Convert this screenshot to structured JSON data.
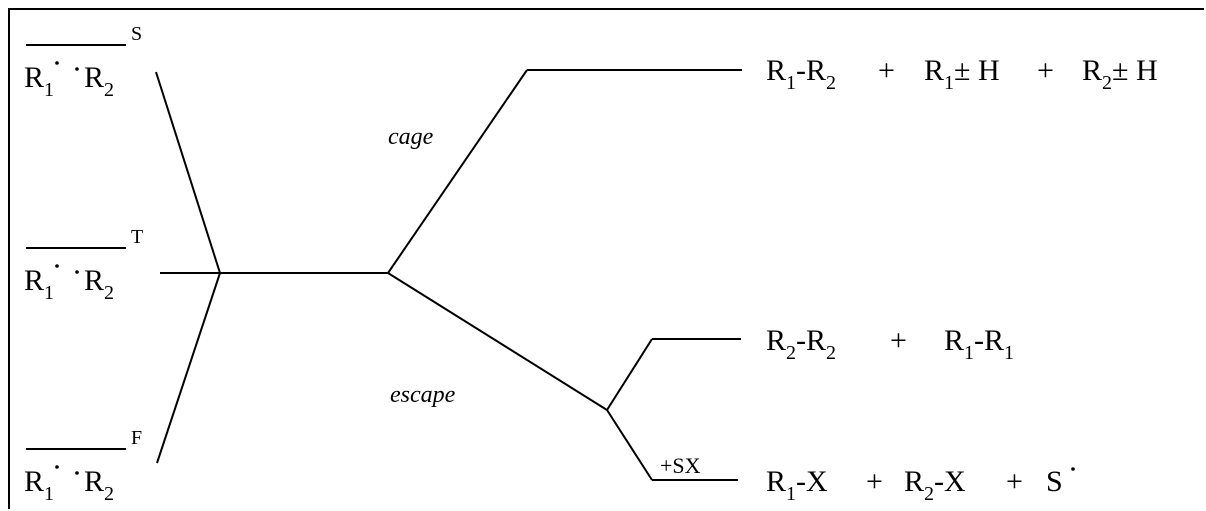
{
  "radical_pairs": [
    {
      "r1": "R",
      "r1_sub": "1",
      "r2": "R",
      "r2_sub": "2",
      "spin": "S"
    },
    {
      "r1": "R",
      "r1_sub": "1",
      "r2": "R",
      "r2_sub": "2",
      "spin": "T"
    },
    {
      "r1": "R",
      "r1_sub": "1",
      "r2": "R",
      "r2_sub": "2",
      "spin": "F"
    }
  ],
  "branches": {
    "cage": "cage",
    "escape": "escape",
    "scavenger": "+SX"
  },
  "products": {
    "cage": {
      "p1_a": "R",
      "p1_a_sub": "1",
      "p1_sep": "-",
      "p1_b": "R",
      "p1_b_sub": "2",
      "plus1": "+",
      "p2_a": "R",
      "p2_a_sub": "1",
      "p2_rest": "± H",
      "plus2": "+",
      "p3_a": "R",
      "p3_a_sub": "2",
      "p3_rest": "± H"
    },
    "escape_recombination": {
      "p1_a": "R",
      "p1_a_sub": "2",
      "p1_sep": "-",
      "p1_b": "R",
      "p1_b_sub": "2",
      "plus1": "+",
      "p2_a": "R",
      "p2_a_sub": "1",
      "p2_sep": "-",
      "p2_b": "R",
      "p2_b_sub": "1"
    },
    "escape_scavenged": {
      "p1_a": "R",
      "p1_a_sub": "1",
      "p1_rest": "-X",
      "plus1": "+",
      "p2_a": "R",
      "p2_a_sub": "2",
      "p2_rest": "-X",
      "plus2": "+",
      "p3": "S"
    }
  }
}
